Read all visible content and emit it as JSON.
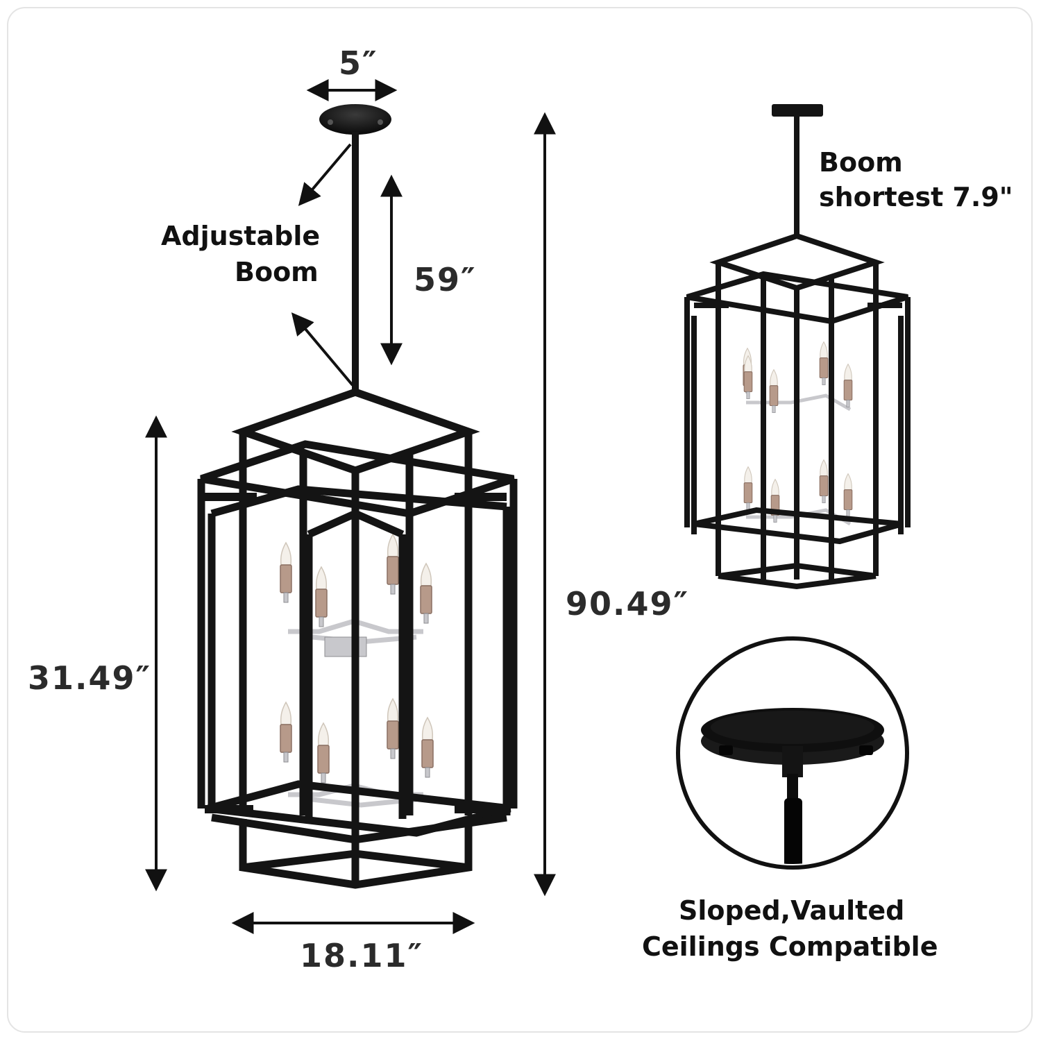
{
  "dimensions": {
    "canopy_width": "5″",
    "boom_length": "59″",
    "overall_height": "90.49″",
    "body_height": "31.49″",
    "body_width": "18.11″"
  },
  "labels": {
    "adjustable_boom_line1": "Adjustable",
    "adjustable_boom_line2": "Boom",
    "boom_shortest_line1": "Boom",
    "boom_shortest_line2": "shortest 7.9\"",
    "sloped_line1": "Sloped,Vaulted",
    "sloped_line2": "Ceilings Compatible"
  },
  "colors": {
    "frame": "#141414",
    "candle_sleeve": "#b79a8a",
    "chrome": "#c8c8cc",
    "text": "#2b2b2b"
  }
}
